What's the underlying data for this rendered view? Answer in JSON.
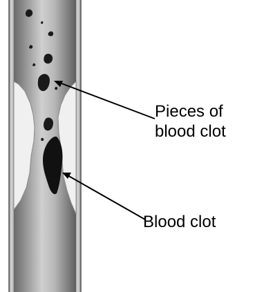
{
  "labels": {
    "pieces_line1": "Pieces of",
    "pieces_line2": "blood clot",
    "blood_clot": "Blood clot"
  },
  "colors": {
    "vessel_outline": "#555555",
    "vessel_lumen_dark": "#6e6e6e",
    "vessel_lumen_light": "#c9c9c9",
    "clot": "#111111",
    "plaque": "#f0f0f0",
    "annotation_line": "#000000"
  }
}
